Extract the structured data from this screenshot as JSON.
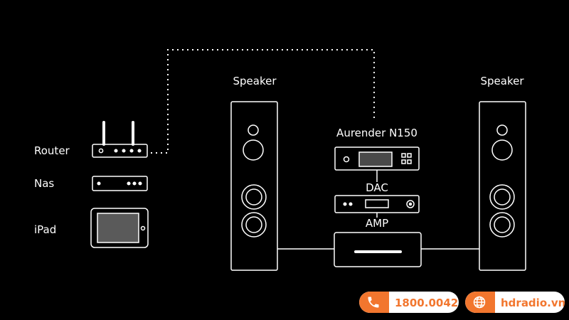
{
  "labels": {
    "router": "Router",
    "nas": "Nas",
    "ipad": "iPad",
    "speaker_left": "Speaker",
    "speaker_right": "Speaker",
    "streamer": "Aurender N150",
    "dac": "DAC",
    "amp": "AMP"
  },
  "contact": {
    "phone": "1800.0042",
    "website": "hdradio.vn",
    "phone_icon": "phone-icon",
    "globe_icon": "globe-icon"
  },
  "colors": {
    "background": "#000000",
    "line": "#ffffff",
    "accent": "#f2762e"
  }
}
